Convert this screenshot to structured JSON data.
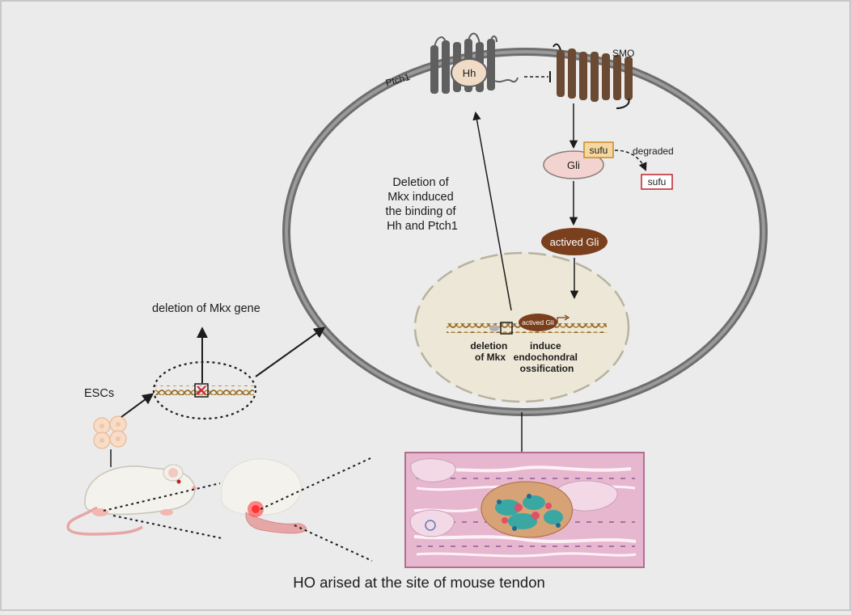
{
  "labels": {
    "ptch1": "Ptch1",
    "hh": "Hh",
    "smo": "SMO",
    "gli": "Gli",
    "sufu": "sufu",
    "sufu_degraded": "sufu",
    "degraded": "degraded",
    "actived_gli": "actived Gli",
    "actived_gli_dna": "actived Gli",
    "deletion_binding": [
      "Deletion of",
      "Mkx induced",
      "the binding of",
      "Hh and Ptch1"
    ],
    "deletion_of_mkx": [
      "deletion",
      "of Mkx"
    ],
    "induce_ossification": [
      "induce",
      "endochondral",
      "ossification"
    ],
    "deletion_mkx_gene": "deletion of Mkx gene",
    "escs": "ESCs",
    "caption": "HO arised at the site of mouse tendon"
  },
  "colors": {
    "background": "#ebebeb",
    "cell_membrane": "#7a7a7a",
    "nucleus_fill": "#ece7d6",
    "ptch1": "#5f5f5f",
    "smo": "#6b4a33",
    "gli_fill": "#f2d3cf",
    "actived_gli": "#7a3f1c",
    "sufu_box": "#f2c97a",
    "sufu_degraded_border": "#c0202c",
    "tissue": "#e7b7cf",
    "ho_lesion": "#d7a276",
    "ho_cells_teal": "#3aa7a3",
    "inflammation": "#ff2a2a"
  },
  "icons": [
    "mouse-icon",
    "mouse-tendon-icon",
    "dna-icon",
    "cell-cluster-icon",
    "tissue-section-icon"
  ]
}
